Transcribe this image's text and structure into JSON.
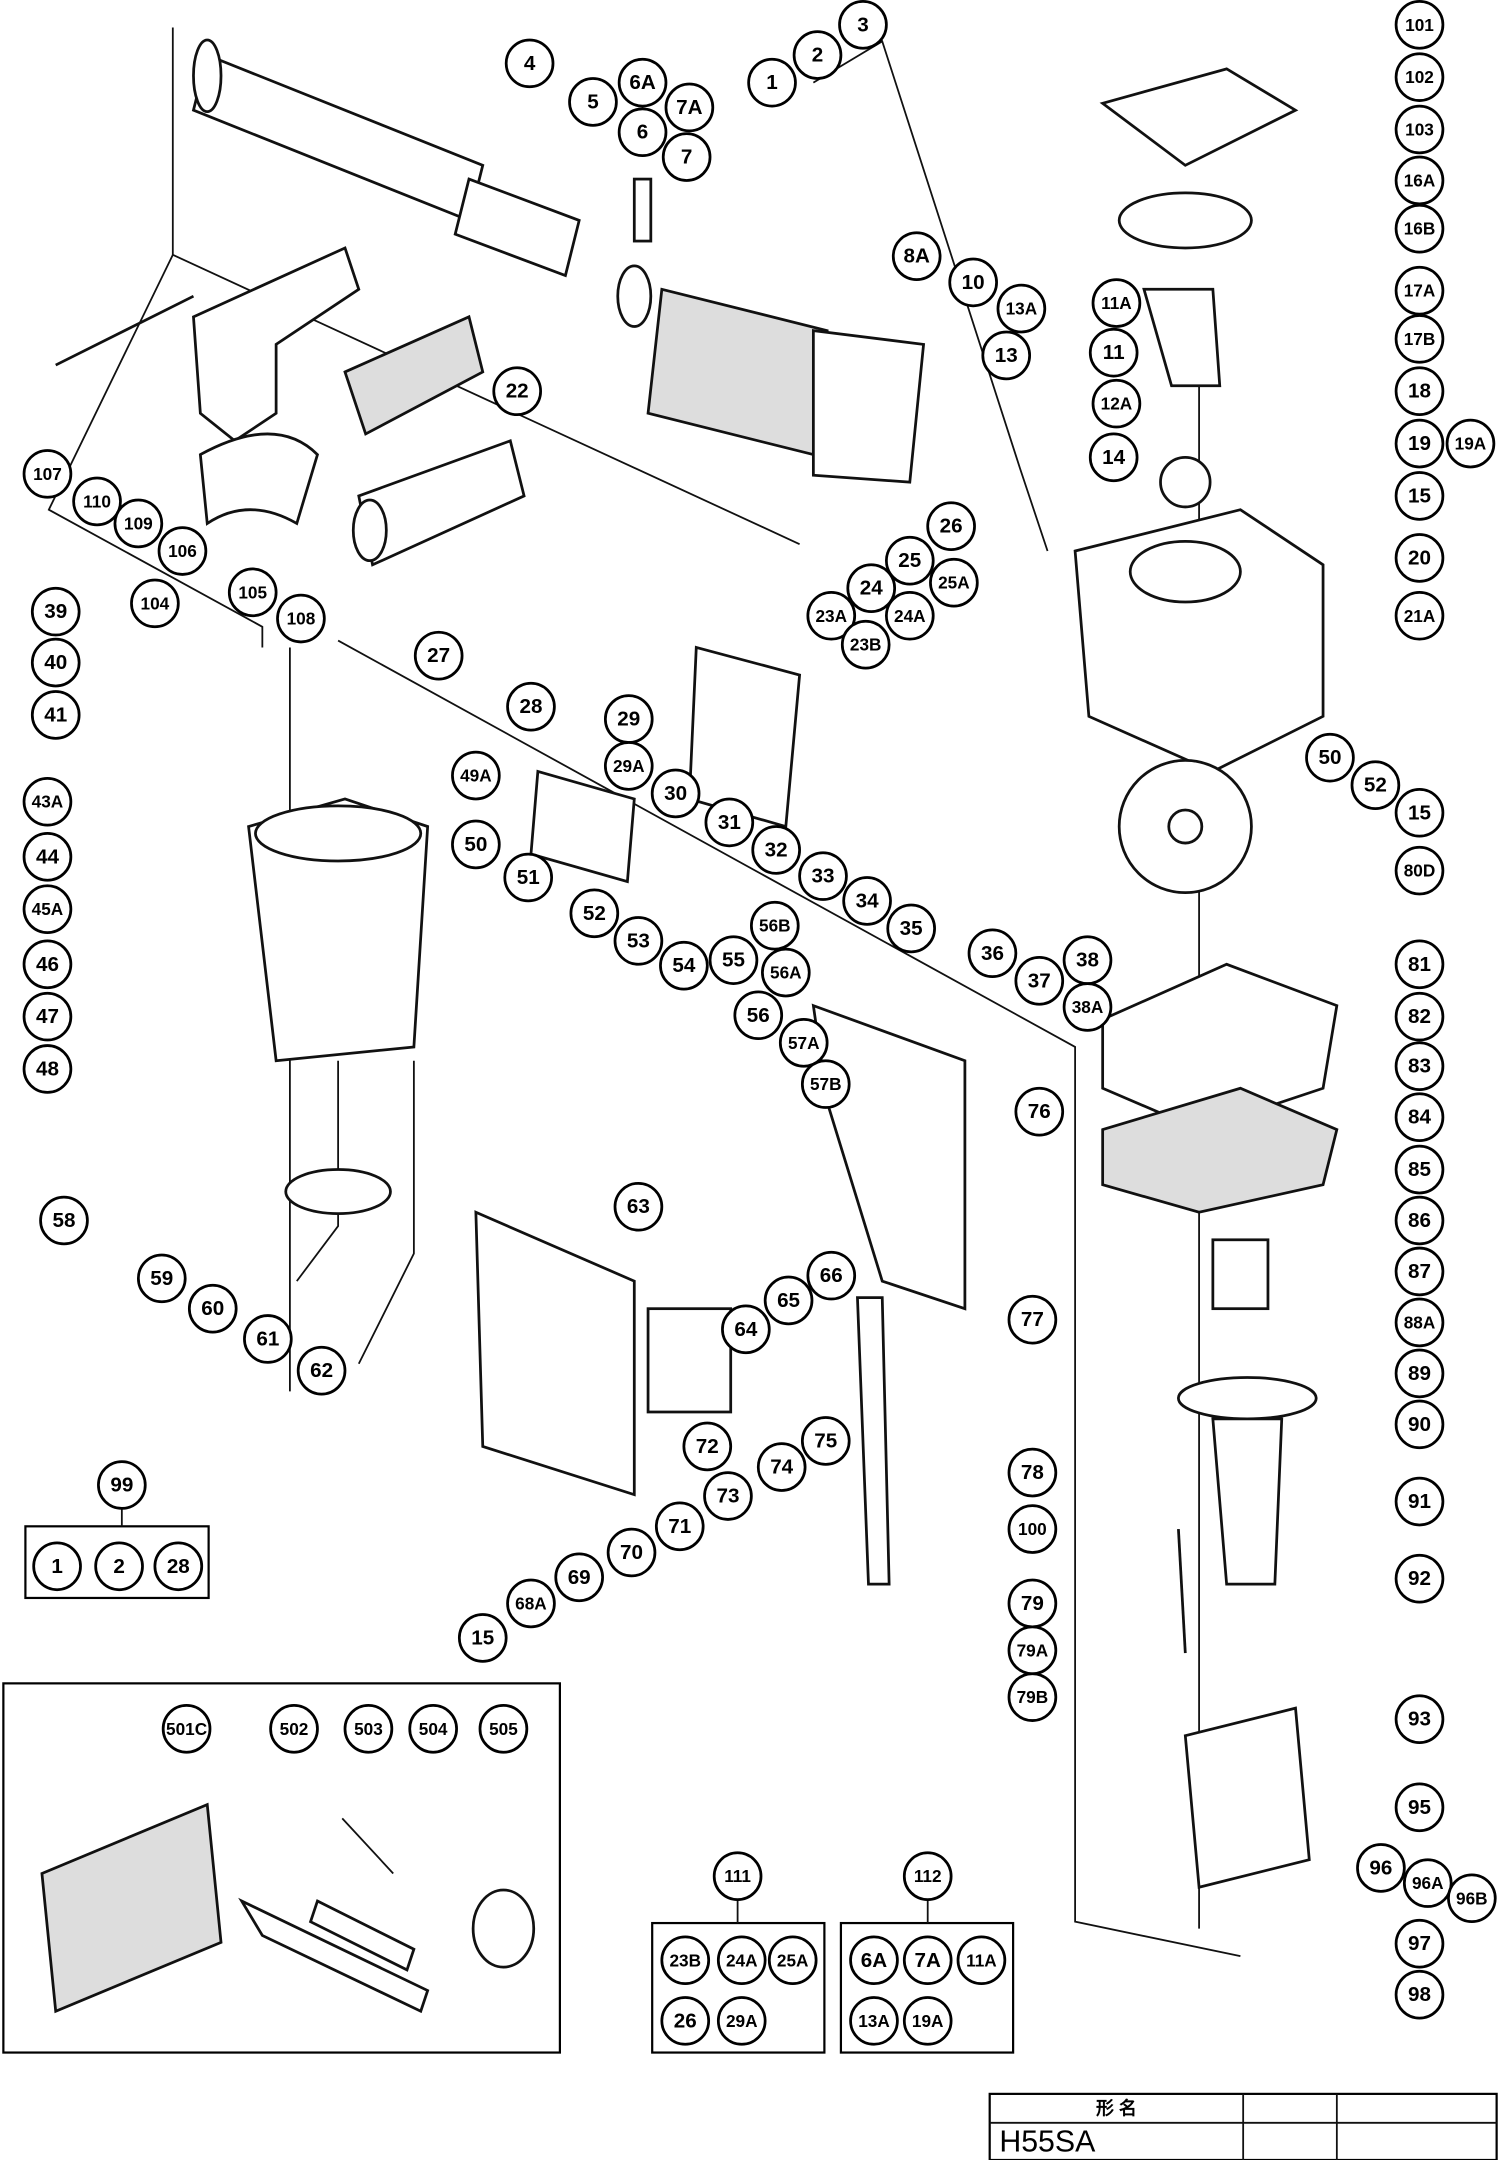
{
  "model": "H55SA",
  "title_block": {
    "header": "形 名",
    "model_name": "H55SA"
  },
  "callouts": [
    "101",
    "102",
    "103",
    "16A",
    "16B",
    "17A",
    "17B",
    "18",
    "19",
    "19A",
    "15",
    "20",
    "21A",
    "15",
    "52",
    "50",
    "80D",
    "81",
    "82",
    "83",
    "84",
    "85",
    "86",
    "87",
    "88A",
    "89",
    "90",
    "91",
    "92",
    "93",
    "95",
    "96",
    "96A",
    "96B",
    "97",
    "98",
    "3",
    "2",
    "1",
    "4",
    "5",
    "6A",
    "7A",
    "6",
    "7",
    "8A",
    "10",
    "13A",
    "11A",
    "11",
    "12A",
    "13",
    "14",
    "26",
    "25",
    "25A",
    "24",
    "24A",
    "23A",
    "23B",
    "22",
    "107",
    "110",
    "109",
    "106",
    "104",
    "105",
    "108",
    "27",
    "28",
    "29",
    "29A",
    "30",
    "31",
    "32",
    "33",
    "34",
    "35",
    "36",
    "37",
    "38",
    "38A",
    "39",
    "40",
    "41",
    "43A",
    "44",
    "45A",
    "46",
    "47",
    "48",
    "58",
    "59",
    "60",
    "61",
    "62",
    "49A",
    "50",
    "51",
    "52",
    "53",
    "54",
    "55",
    "56B",
    "56A",
    "56",
    "57A",
    "57B",
    "76",
    "63",
    "64",
    "65",
    "66",
    "77",
    "78",
    "72",
    "73",
    "74",
    "75",
    "100",
    "79",
    "79A",
    "79B",
    "71",
    "70",
    "69",
    "68A",
    "15",
    "99",
    "501C",
    "502",
    "503",
    "504",
    "505",
    "111",
    "112"
  ],
  "sets": {
    "set_99": [
      "1",
      "2",
      "28"
    ],
    "set_111": [
      "23B",
      "24A",
      "25A",
      "26",
      "29A"
    ],
    "set_112": [
      "6A",
      "7A",
      "11A",
      "13A",
      "19A"
    ]
  }
}
